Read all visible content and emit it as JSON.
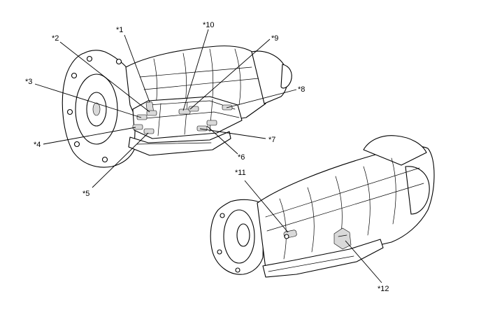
{
  "callouts": [
    {
      "id": "c1",
      "text": "*1"
    },
    {
      "id": "c2",
      "text": "*2"
    },
    {
      "id": "c3",
      "text": "*3"
    },
    {
      "id": "c4",
      "text": "*4"
    },
    {
      "id": "c5",
      "text": "*5"
    },
    {
      "id": "c6",
      "text": "*6"
    },
    {
      "id": "c7",
      "text": "*7"
    },
    {
      "id": "c8",
      "text": "*8"
    },
    {
      "id": "c9",
      "text": "*9"
    },
    {
      "id": "c10",
      "text": "*10"
    },
    {
      "id": "c11",
      "text": "*11"
    },
    {
      "id": "c12",
      "text": "*12"
    }
  ]
}
